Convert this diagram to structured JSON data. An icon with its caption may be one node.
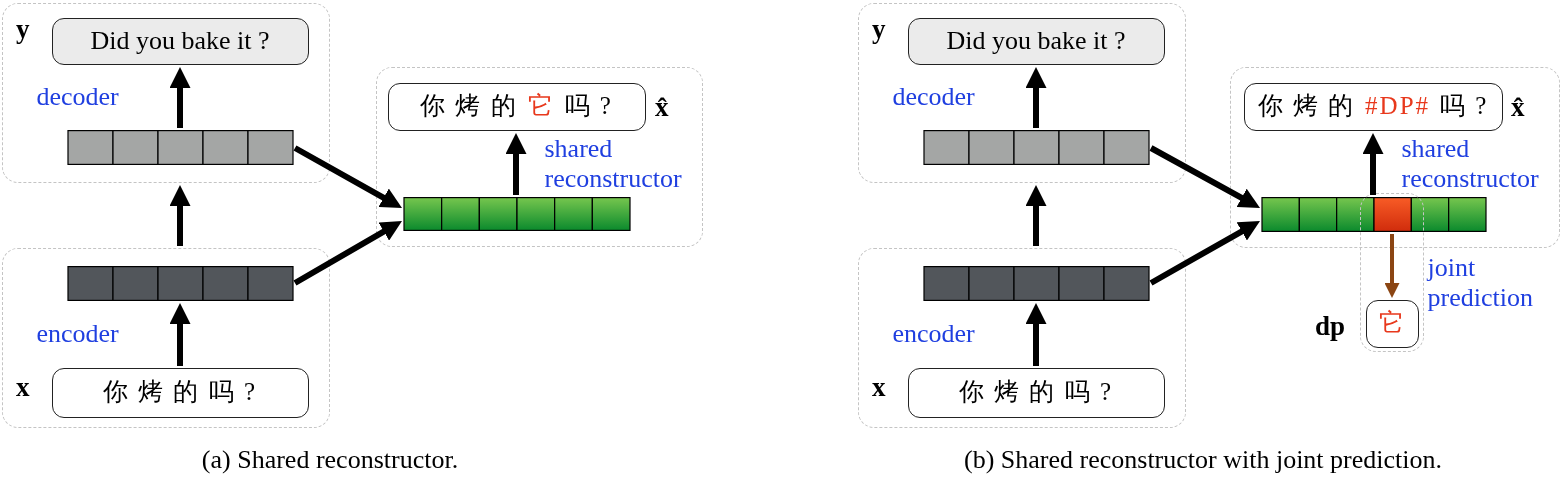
{
  "diagram": {
    "nodes": [
      {
        "text": [
          "decoder"
        ]
      },
      {
        "text": [
          "Did you bake it ?"
        ],
        "beside": [
          "y"
        ],
        "in": 0
      },
      {
        "text": [],
        "shape": "bar",
        "in": 0
      },
      {
        "text": [
          "encoder"
        ]
      },
      {
        "text": [],
        "shape": "bar",
        "in": 3
      },
      {
        "text": [
          "你 烤 的 吗 ?"
        ],
        "beside": [
          "x"
        ],
        "in": 3
      },
      {
        "text": [
          "shared reconstructor"
        ]
      },
      {
        "text": [
          "你 烤 的",
          "它",
          "吗 ?"
        ],
        "beside": [
          "x̂"
        ],
        "in": 6
      },
      {
        "text": [],
        "shape": "bar",
        "in": 6
      },
      {
        "text": [
          "decoder"
        ]
      },
      {
        "text": [
          "Did you bake it ?"
        ],
        "beside": [
          "y"
        ],
        "in": 9
      },
      {
        "text": [],
        "shape": "bar",
        "in": 9
      },
      {
        "text": [
          "encoder"
        ]
      },
      {
        "text": [],
        "shape": "bar",
        "in": 12
      },
      {
        "text": [
          "你 烤 的 吗 ?"
        ],
        "beside": [
          "x"
        ],
        "in": 12
      },
      {
        "text": [
          "shared reconstructor"
        ]
      },
      {
        "text": [
          "你 烤 的",
          "#DP#",
          "吗 ?"
        ],
        "beside": [
          "x̂"
        ],
        "in": 15
      },
      {
        "text": [],
        "shape": "bar",
        "in": 15
      },
      {
        "text": [
          "joint prediction"
        ]
      },
      {
        "text": [
          "它"
        ],
        "beside": [
          "dp"
        ],
        "in": 18
      }
    ],
    "edges": [
      {
        "from": 2,
        "to": 1,
        "arrow": "to"
      },
      {
        "from": 3,
        "to": 0,
        "arrow": "to"
      },
      {
        "from": 5,
        "to": 4,
        "arrow": "to"
      },
      {
        "from": 2,
        "to": 8,
        "arrow": "to"
      },
      {
        "from": 4,
        "to": 8,
        "arrow": "to"
      },
      {
        "from": 8,
        "to": 7,
        "arrow": "to"
      },
      {
        "from": 11,
        "to": 10,
        "arrow": "to"
      },
      {
        "from": 12,
        "to": 9,
        "arrow": "to"
      },
      {
        "from": 14,
        "to": 13,
        "arrow": "to"
      },
      {
        "from": 11,
        "to": 17,
        "arrow": "to"
      },
      {
        "from": 13,
        "to": 17,
        "arrow": "to"
      },
      {
        "from": 17,
        "to": 16,
        "arrow": "to"
      },
      {
        "from": 17,
        "to": 19,
        "arrow": "to",
        "color": "#8b4513"
      }
    ],
    "labels": [
      "(a) Shared reconstructor.",
      "(b) Shared reconstructor with joint prediction."
    ]
  }
}
